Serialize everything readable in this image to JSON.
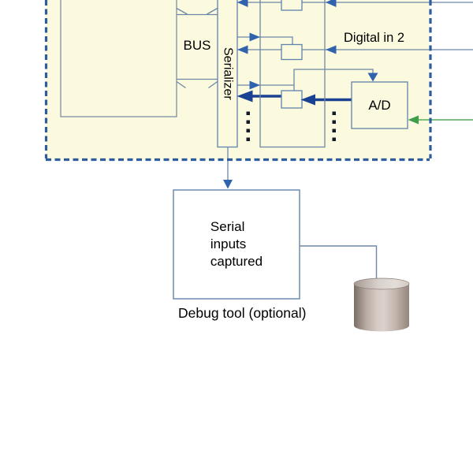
{
  "diagram": {
    "labels": {
      "bus": "BUS",
      "serializer": "Serializer",
      "digital_in_2": "Digital in 2",
      "adc": "A/D",
      "capture_box": "Serial\ninputs\ncaptured",
      "debug_tool": "Debug tool (optional)"
    },
    "colors": {
      "page_bg": "#ffffff",
      "panel_bg": "#fcfade",
      "dashed_border": "#2d5d9f",
      "line": "#6d87a8",
      "arrowhead": "#2f63ad",
      "bold_arrow": "#1b4192",
      "green_arrow": "#3f9e4a",
      "dots": "#131a28",
      "text": "#000000",
      "cylinder_light": "#dad1ca",
      "cylinder_dark": "#7a6d66"
    }
  }
}
